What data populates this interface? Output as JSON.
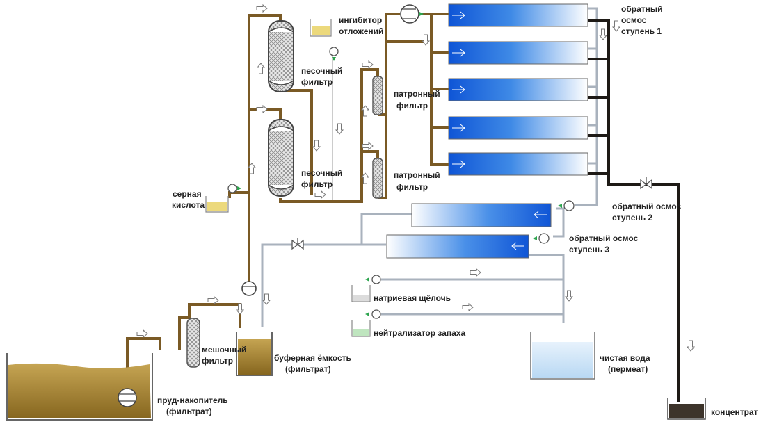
{
  "labels": {
    "pond_1": "пруд-накопитель",
    "pond_2": "(фильтрат)",
    "bag_filter_1": "мешочный",
    "bag_filter_2": "фильтр",
    "buffer_1": "буферная ёмкость",
    "buffer_2": "(фильтрат)",
    "acid_1": "серная",
    "acid_2": "кислота",
    "sand_filter_top_1": "песочный",
    "sand_filter_top_2": "фильтр",
    "sand_filter_bottom_1": "песочный",
    "sand_filter_bottom_2": "фильтр",
    "inhibitor_1": "ингибитор",
    "inhibitor_2": "отложений",
    "cartridge_top_1": "патронный",
    "cartridge_top_2": "фильтр",
    "cartridge_bottom_1": "патронный",
    "cartridge_bottom_2": "фильтр",
    "ro1_1": "обратный",
    "ro1_2": "осмос",
    "ro1_3": "ступень 1",
    "ro2_1": "обратный осмос",
    "ro2_2": "ступень 2",
    "ro3_1": "обратный осмос",
    "ro3_2": "ступень 3",
    "naoh": "натриевая щёлочь",
    "odor": "нейтрализатор запаха",
    "permeate_1": "чистая вода",
    "permeate_2": "(пермеат)",
    "concentrate": "концентрат"
  },
  "colors": {
    "brown_pipe": "#7a5a25",
    "concentrate_pipe": "#1e1a16",
    "clean_pipe": "#a9b2bd",
    "membrane_blue": "#1560d8",
    "filtrate": "#a7852f",
    "clean_water": "#cfe6f8"
  },
  "icons": [
    "pump-icon",
    "valve-icon",
    "flow-arrow-icon"
  ]
}
